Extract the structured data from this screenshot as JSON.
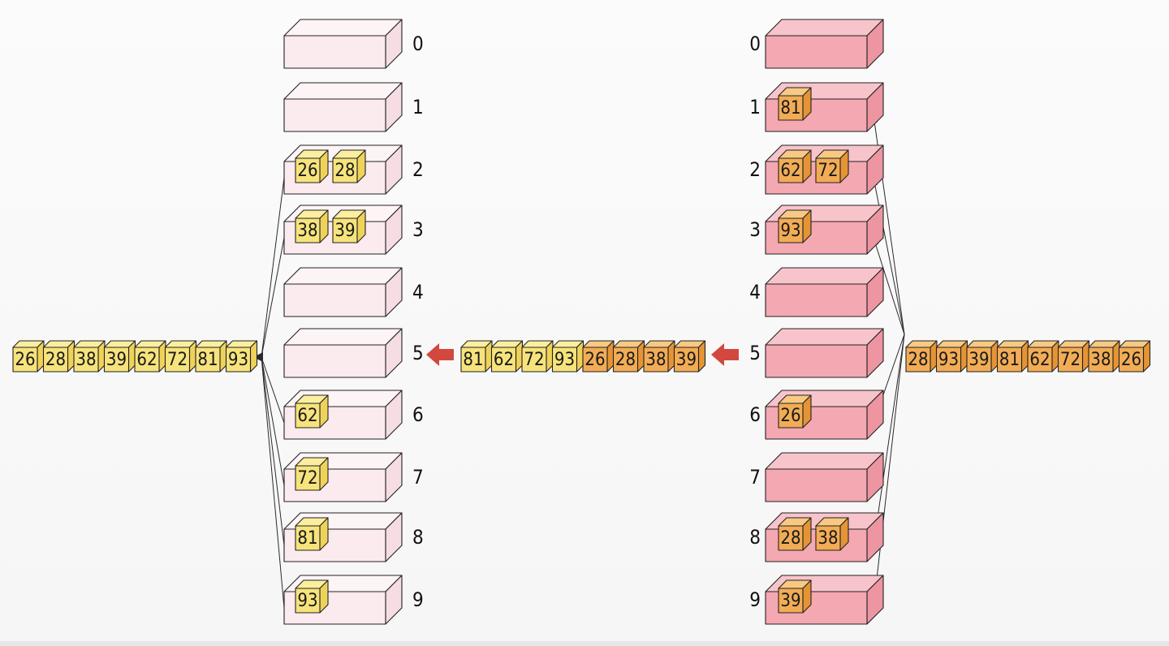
{
  "diagram": {
    "left_buckets": [
      {
        "label": "0",
        "items": []
      },
      {
        "label": "1",
        "items": []
      },
      {
        "label": "2",
        "items": [
          "26",
          "28"
        ]
      },
      {
        "label": "3",
        "items": [
          "38",
          "39"
        ]
      },
      {
        "label": "4",
        "items": []
      },
      {
        "label": "5",
        "items": []
      },
      {
        "label": "6",
        "items": [
          "62"
        ]
      },
      {
        "label": "7",
        "items": [
          "72"
        ]
      },
      {
        "label": "8",
        "items": [
          "81"
        ]
      },
      {
        "label": "9",
        "items": [
          "93"
        ]
      }
    ],
    "right_buckets": [
      {
        "label": "0",
        "items": []
      },
      {
        "label": "1",
        "items": [
          "81"
        ]
      },
      {
        "label": "2",
        "items": [
          "62",
          "72"
        ]
      },
      {
        "label": "3",
        "items": [
          "93"
        ]
      },
      {
        "label": "4",
        "items": []
      },
      {
        "label": "5",
        "items": []
      },
      {
        "label": "6",
        "items": [
          "26"
        ]
      },
      {
        "label": "7",
        "items": []
      },
      {
        "label": "8",
        "items": [
          "28",
          "38"
        ]
      },
      {
        "label": "9",
        "items": [
          "39"
        ]
      }
    ],
    "input_sequence": [
      "28",
      "93",
      "39",
      "81",
      "62",
      "72",
      "38",
      "26"
    ],
    "intermediate_sequence": [
      "81",
      "62",
      "72",
      "93",
      "26",
      "28",
      "38",
      "39"
    ],
    "output_sequence": [
      "26",
      "28",
      "38",
      "39",
      "62",
      "72",
      "81",
      "93"
    ],
    "colors": {
      "left_bucket_face": "#fbeaee",
      "left_bucket_top": "#fdf4f6",
      "left_bucket_side": "#f6dde3",
      "right_bucket_face": "#f4a8b2",
      "right_bucket_top": "#f8c4cb",
      "right_bucket_side": "#ed96a2",
      "yellow_cube_face": "#f7e37c",
      "yellow_cube_top": "#fbef9f",
      "yellow_cube_side": "#efd25a",
      "orange_cube_face": "#f2ac55",
      "orange_cube_top": "#f7c983",
      "orange_cube_side": "#e59435",
      "arrow_red": "#d2483f",
      "outline": "#222222"
    }
  }
}
